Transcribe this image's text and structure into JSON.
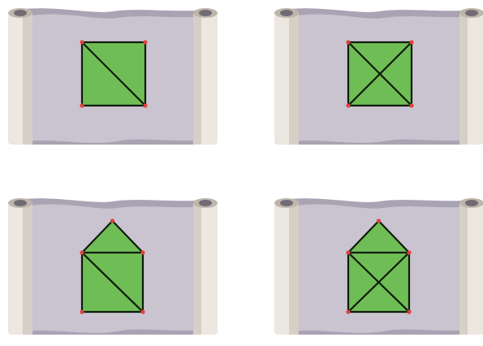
{
  "colors": {
    "scroll_back": "#a9a3b3",
    "scroll_front": "#c9c4d0",
    "roller_light": "#ece7e0",
    "roller_dark": "#d6cfc5",
    "roller_edge": "#bfb6ab",
    "roller_end": "#6f6c74",
    "fill": "#6fbe55",
    "edge": "#0f1a0c",
    "vertex": "#e0413a"
  },
  "figures": [
    {
      "id": "square-one-diagonal",
      "shape": "square",
      "edges": [
        "AB",
        "BC",
        "CD",
        "DA",
        "AC"
      ]
    },
    {
      "id": "square-two-diagonals",
      "shape": "square",
      "edges": [
        "AB",
        "BC",
        "CD",
        "DA",
        "AC",
        "BD"
      ]
    },
    {
      "id": "house-one-diagonal",
      "shape": "house",
      "edges": [
        "AB",
        "BC",
        "CD",
        "DA",
        "AE",
        "BE",
        "AC"
      ]
    },
    {
      "id": "house-two-diagonals",
      "shape": "house",
      "edges": [
        "AB",
        "BC",
        "CD",
        "DA",
        "AE",
        "BE",
        "AC",
        "BD"
      ]
    }
  ]
}
